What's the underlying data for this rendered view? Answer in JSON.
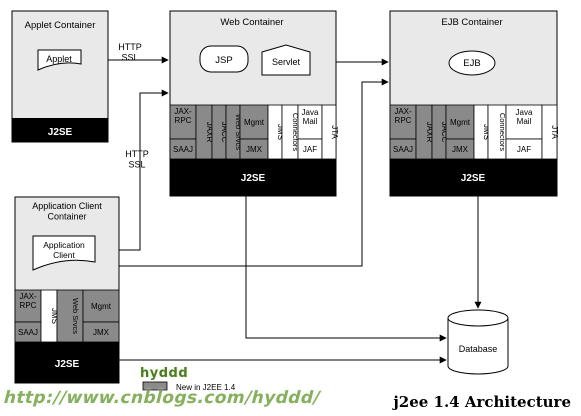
{
  "applet_container": {
    "title": "Applet Container",
    "applet": "Applet",
    "platform": "J2SE"
  },
  "web_container": {
    "title": "Web Container",
    "jsp": "JSP",
    "servlet": "Servlet",
    "apis": {
      "jax_rpc": "JAX-\nRPC",
      "saaj": "SAAJ",
      "jaxr": "JAXR",
      "jacc": "JACC",
      "web_srvcs": "Web Srvcs",
      "mgmt": "Mgmt",
      "jmx": "JMX",
      "jms": "JMS",
      "connectors": "Connectors",
      "java_mail": "Java\nMail",
      "jaf": "JAF",
      "jta": "JTA"
    },
    "platform": "J2SE"
  },
  "ejb_container": {
    "title": "EJB Container",
    "ejb": "EJB",
    "apis": {
      "jax_rpc": "JAX-\nRPC",
      "saaj": "SAAJ",
      "jaxr": "JAXR",
      "jacc": "JACC",
      "mgmt": "Mgmt",
      "jmx": "JMX",
      "jms": "JMS",
      "connectors": "Connectors",
      "java_mail": "Java\nMail",
      "jaf": "JAF",
      "jta": "JTA"
    },
    "platform": "J2SE"
  },
  "app_client_container": {
    "title": "Application Client\nContainer",
    "client": "Application\nClient",
    "apis": {
      "jax_rpc": "JAX-\nRPC",
      "saaj": "SAAJ",
      "jms": "JMS",
      "web_srvcs": "Web Srvcs",
      "mgmt": "Mgmt",
      "jmx": "JMX"
    },
    "platform": "J2SE"
  },
  "database": "Database",
  "protocols": {
    "top": "HTTP\nSSL",
    "middle": "HTTP\nSSL"
  },
  "legend": {
    "new_in": "New in J2EE 1.4"
  },
  "watermark": {
    "tag": "hyddd",
    "url": "http://www.cnblogs.com/hyddd/"
  },
  "caption": "j2ee 1.4 Architecture",
  "colors": {
    "container_fill": "#e9e9e9",
    "api_gray": "#8a8a8a",
    "j2se_band": "#000000"
  }
}
